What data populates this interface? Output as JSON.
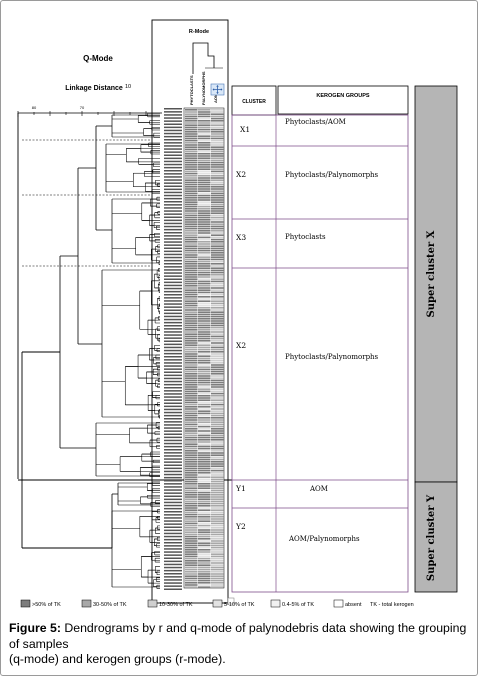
{
  "figure": {
    "qmode_title": "Q-Mode",
    "linkage_label": "Linkage Distance",
    "scale_ticks": [
      "80",
      "70",
      "10"
    ],
    "rmode_title": "R-Mode",
    "rmode_columns": [
      "PHYTOCLASTS",
      "PALYNOMORPHS",
      "AOM"
    ],
    "col_cluster": "CLUSTER",
    "col_kerogen": "KEROGEN GROUPS",
    "clusters": [
      {
        "id": "X1",
        "group": "Phytoclasts/AOM"
      },
      {
        "id": "X2",
        "group": "Phytoclasts/Palynomorphs"
      },
      {
        "id": "X3",
        "group": "Phytoclasts"
      },
      {
        "id": "X2",
        "group": "Phytoclasts/Palynomorphs"
      },
      {
        "id": "Y1",
        "group": "AOM"
      },
      {
        "id": "Y2",
        "group": "AOM/Palynomorphs"
      }
    ],
    "super_x": "Super cluster  X",
    "super_y": "Super cluster  Y",
    "legend": [
      ">50% of TK",
      "30-50% of TK",
      "10-30% of TK",
      "5-10% of TK",
      "0.4-5% of TK",
      "absent"
    ],
    "legend_note": "TK - total kerogen",
    "legend_colors": [
      "#7d7d7d",
      "#a8a8a8",
      "#cfcfcf",
      "#e2e2e2",
      "#f1f1f1",
      "#ffffff"
    ]
  },
  "caption": {
    "label": "Figure 5:",
    "text": " Dendrograms by r and q-mode of palynodebris data showing the grouping of samples\n(q-mode) and kerogen groups (r-mode)."
  }
}
